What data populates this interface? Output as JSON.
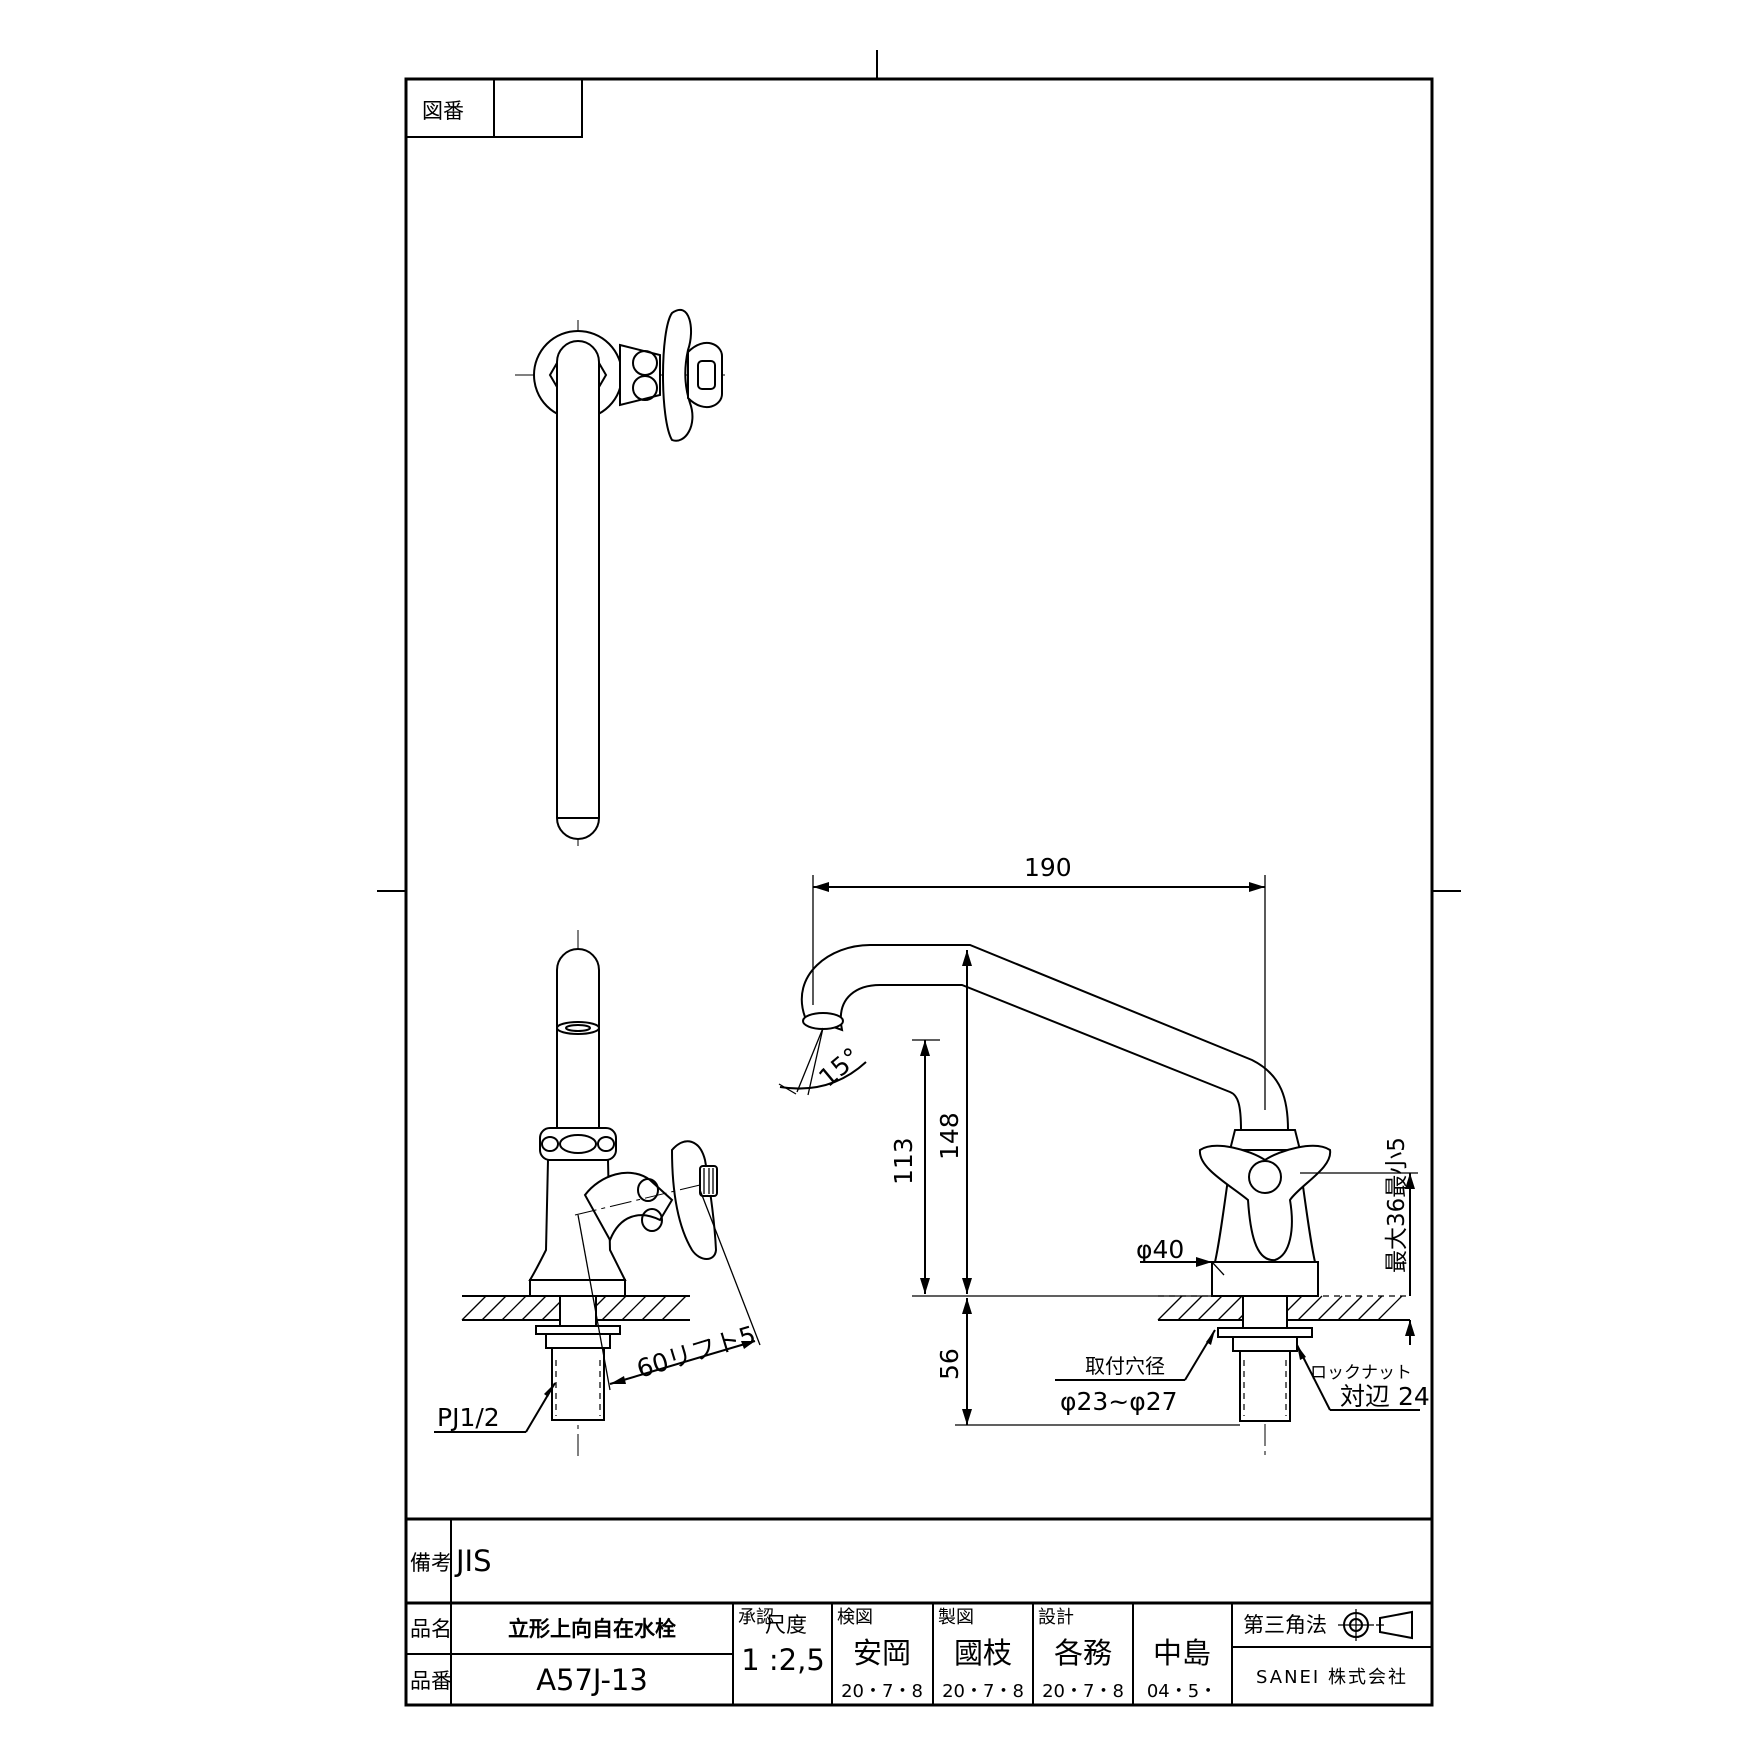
{
  "drawing_number_label": "図番",
  "drawing_number": "",
  "dimensions": {
    "reach": "190",
    "angle": "15°",
    "spout_height": "113",
    "total_height": "148",
    "below_counter": "56",
    "lift": "60リフト5",
    "thread": "PJ1/2",
    "diameter": "φ40",
    "counter_range": "最大36最小5",
    "hole_label": "取付穴径",
    "hole_range": "φ23~φ27",
    "nut_label": "ロックナット",
    "nut_size": "対辺 24"
  },
  "title_block": {
    "remarks_label": "備考",
    "remarks": "JIS",
    "name_label": "品名",
    "name": "立形上向自在水栓",
    "number_label": "品番",
    "number": "A57J-13",
    "scale_label": "尺度",
    "scale": "1 :2,5",
    "approved_label": "承認",
    "approved": "安岡",
    "approved_date": "20・7・8",
    "checked_label": "検図",
    "checked": "國枝",
    "checked_date": "20・7・8",
    "drawn_label": "製図",
    "drawn": "各務",
    "drawn_date": "20・7・8",
    "designed_label": "設計",
    "designed": "中島",
    "designed_date": "04・5・",
    "projection": "第三角法",
    "company": "SANEI 株式会社"
  }
}
